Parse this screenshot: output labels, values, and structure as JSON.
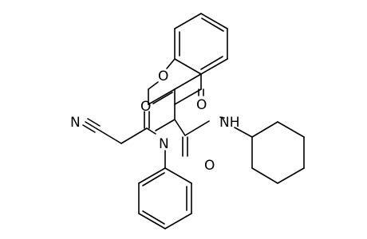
{
  "molecule": {
    "atom_labels": {
      "ring_oxygen": "O",
      "ketone_oxygen": "O",
      "acyl_oxygen": "O",
      "amide_oxygen": "O",
      "nitrile_nitrogen": "N",
      "amine_nitrogen": "N",
      "amide_nh": "NH"
    }
  }
}
